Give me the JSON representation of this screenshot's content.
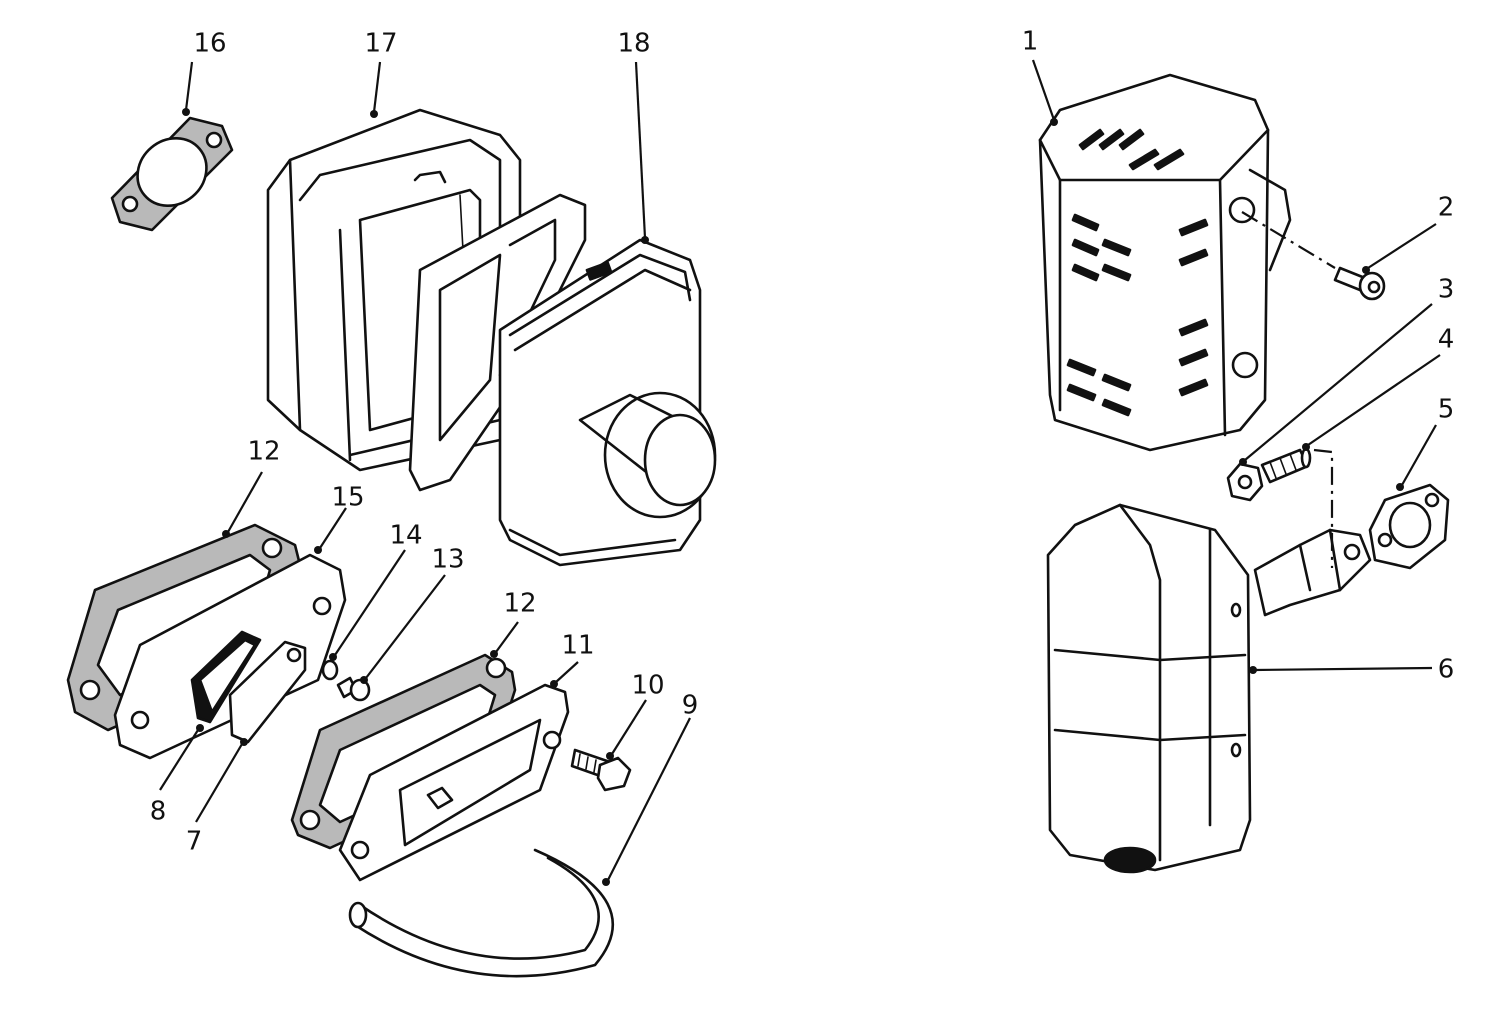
{
  "diagram": {
    "callouts": [
      {
        "id": "1",
        "text": "1"
      },
      {
        "id": "2",
        "text": "2"
      },
      {
        "id": "3",
        "text": "3"
      },
      {
        "id": "4",
        "text": "4"
      },
      {
        "id": "5",
        "text": "5"
      },
      {
        "id": "6",
        "text": "6"
      },
      {
        "id": "7",
        "text": "7"
      },
      {
        "id": "8",
        "text": "8"
      },
      {
        "id": "9",
        "text": "9"
      },
      {
        "id": "10",
        "text": "10"
      },
      {
        "id": "11",
        "text": "11"
      },
      {
        "id": "12a",
        "text": "12"
      },
      {
        "id": "12b",
        "text": "12"
      },
      {
        "id": "13",
        "text": "13"
      },
      {
        "id": "14",
        "text": "14"
      },
      {
        "id": "15",
        "text": "15"
      },
      {
        "id": "16",
        "text": "16"
      },
      {
        "id": "17",
        "text": "17"
      },
      {
        "id": "18",
        "text": "18"
      }
    ]
  }
}
